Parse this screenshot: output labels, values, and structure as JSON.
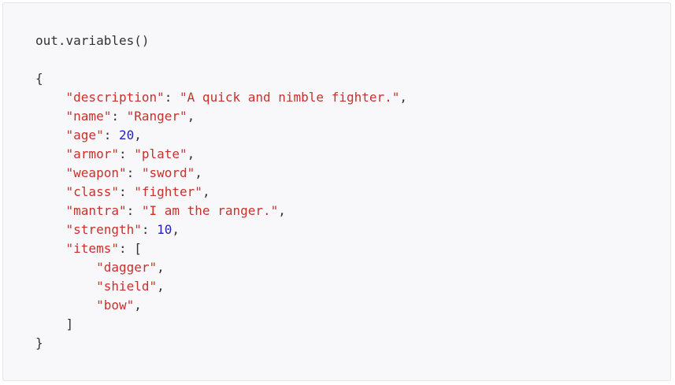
{
  "code": {
    "call": "out.variables()",
    "open_brace": "{",
    "close_brace": "}",
    "entries": [
      {
        "key": "\"description\"",
        "value": "\"A quick and nimble fighter.\"",
        "type": "string"
      },
      {
        "key": "\"name\"",
        "value": "\"Ranger\"",
        "type": "string"
      },
      {
        "key": "\"age\"",
        "value": "20",
        "type": "number"
      },
      {
        "key": "\"armor\"",
        "value": "\"plate\"",
        "type": "string"
      },
      {
        "key": "\"weapon\"",
        "value": "\"sword\"",
        "type": "string"
      },
      {
        "key": "\"class\"",
        "value": "\"fighter\"",
        "type": "string"
      },
      {
        "key": "\"mantra\"",
        "value": "\"I am the ranger.\"",
        "type": "string"
      },
      {
        "key": "\"strength\"",
        "value": "10",
        "type": "number"
      }
    ],
    "items": {
      "key": "\"items\"",
      "open": "[",
      "close": "]",
      "values": [
        "\"dagger\"",
        "\"shield\"",
        "\"bow\""
      ]
    }
  },
  "colors": {
    "string": "#c7322d",
    "number": "#2323b5",
    "plain": "#333333",
    "background": "#f8f7fa"
  }
}
